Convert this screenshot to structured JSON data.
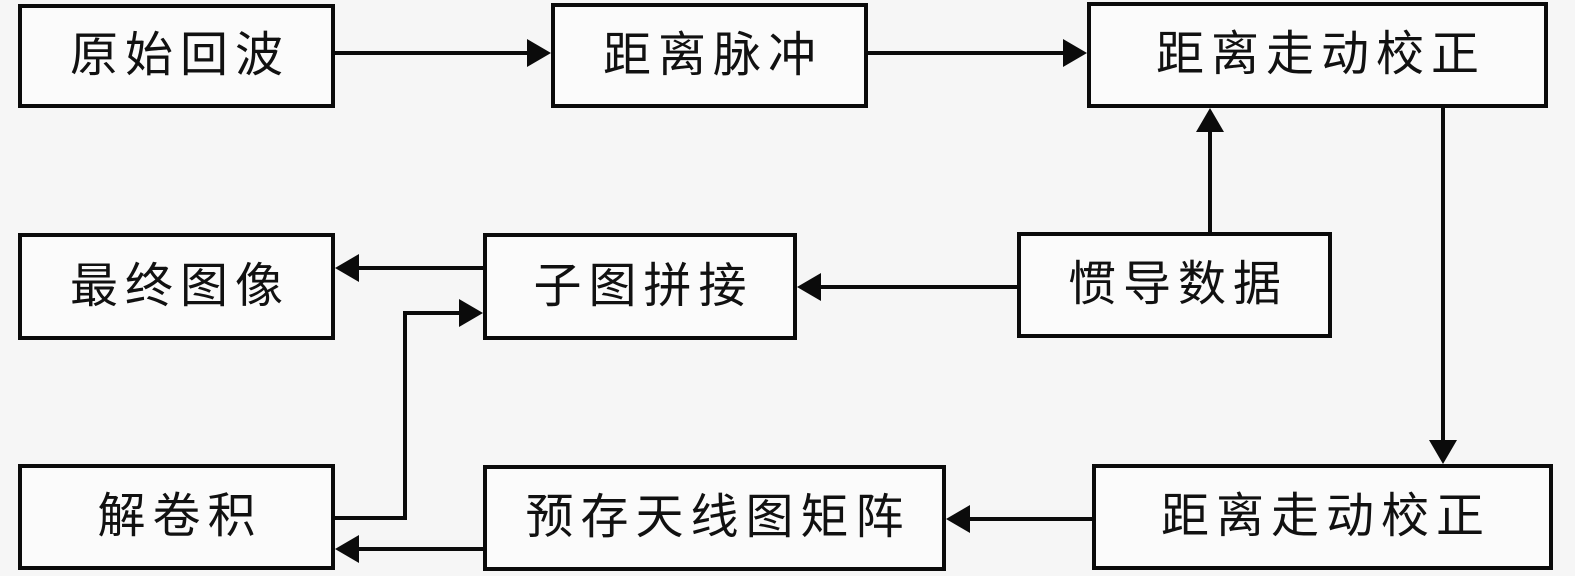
{
  "diagram": {
    "type": "flowchart",
    "background_color": "#f6f6f6",
    "box_fill_color": "#fbfbfb",
    "line_color": "#0b0b0b",
    "text_color": "#111111",
    "nodes": [
      {
        "id": "raw-echo",
        "label": "原始回波"
      },
      {
        "id": "range-pulse",
        "label": "距离脉冲"
      },
      {
        "id": "range-walk-correction-top",
        "label": "距离走动校正"
      },
      {
        "id": "final-image",
        "label": "最终图像"
      },
      {
        "id": "subimage-stitching",
        "label": "子图拼接"
      },
      {
        "id": "ins-data",
        "label": "惯导数据"
      },
      {
        "id": "deconvolution",
        "label": "解卷积"
      },
      {
        "id": "prestored-antenna-matrix",
        "label": "预存天线图矩阵"
      },
      {
        "id": "range-walk-correction-bottom",
        "label": "距离走动校正"
      }
    ],
    "edges": [
      {
        "from": "raw-echo",
        "to": "range-pulse",
        "direction": "right"
      },
      {
        "from": "range-pulse",
        "to": "range-walk-correction-top",
        "direction": "right"
      },
      {
        "from": "ins-data",
        "to": "range-walk-correction-top",
        "direction": "up"
      },
      {
        "from": "range-walk-correction-top",
        "to": "range-walk-correction-bottom",
        "direction": "down"
      },
      {
        "from": "ins-data",
        "to": "subimage-stitching",
        "direction": "left"
      },
      {
        "from": "subimage-stitching",
        "to": "final-image",
        "direction": "left"
      },
      {
        "from": "deconvolution",
        "to": "subimage-stitching",
        "direction": "right-elbow-up"
      },
      {
        "from": "range-walk-correction-bottom",
        "to": "prestored-antenna-matrix",
        "direction": "left"
      },
      {
        "from": "prestored-antenna-matrix",
        "to": "deconvolution",
        "direction": "left"
      }
    ]
  }
}
